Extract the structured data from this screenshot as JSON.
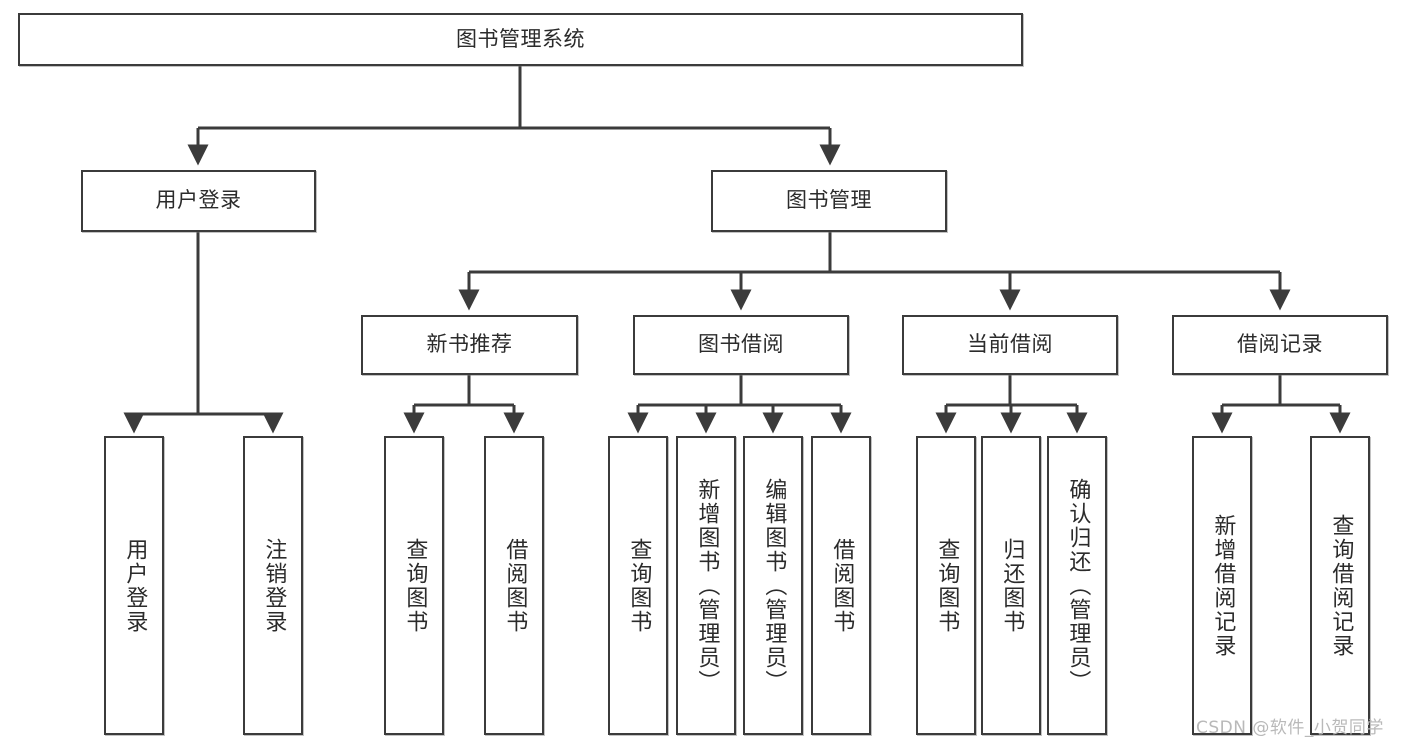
{
  "diagram": {
    "type": "tree-hierarchy-chart",
    "title": "图书管理系统",
    "stroke_color": "#3b3b3b",
    "background_color": "#ffffff",
    "text_color": "#2b2b2b",
    "root": {
      "label": "图书管理系统"
    },
    "level2": [
      {
        "label": "用户登录"
      },
      {
        "label": "图书管理"
      }
    ],
    "level3": [
      {
        "label": "新书推荐"
      },
      {
        "label": "图书借阅"
      },
      {
        "label": "当前借阅"
      },
      {
        "label": "借阅记录"
      }
    ],
    "leaves": {
      "user_login": [
        {
          "label": "用户登录"
        },
        {
          "label": "注销登录"
        }
      ],
      "new_book_recommend": [
        {
          "label": "查询图书"
        },
        {
          "label": "借阅图书"
        }
      ],
      "book_borrow": [
        {
          "label": "查询图书"
        },
        {
          "label": "新增图书（管理员）"
        },
        {
          "label": "编辑图书（管理员）"
        },
        {
          "label": "借阅图书"
        }
      ],
      "current_borrow": [
        {
          "label": "查询图书"
        },
        {
          "label": "归还图书"
        },
        {
          "label": "确认归还（管理员）"
        }
      ],
      "borrow_record": [
        {
          "label": "新增借阅记录"
        },
        {
          "label": "查询借阅记录"
        }
      ]
    },
    "watermark": "CSDN @软件_小贺同学"
  }
}
